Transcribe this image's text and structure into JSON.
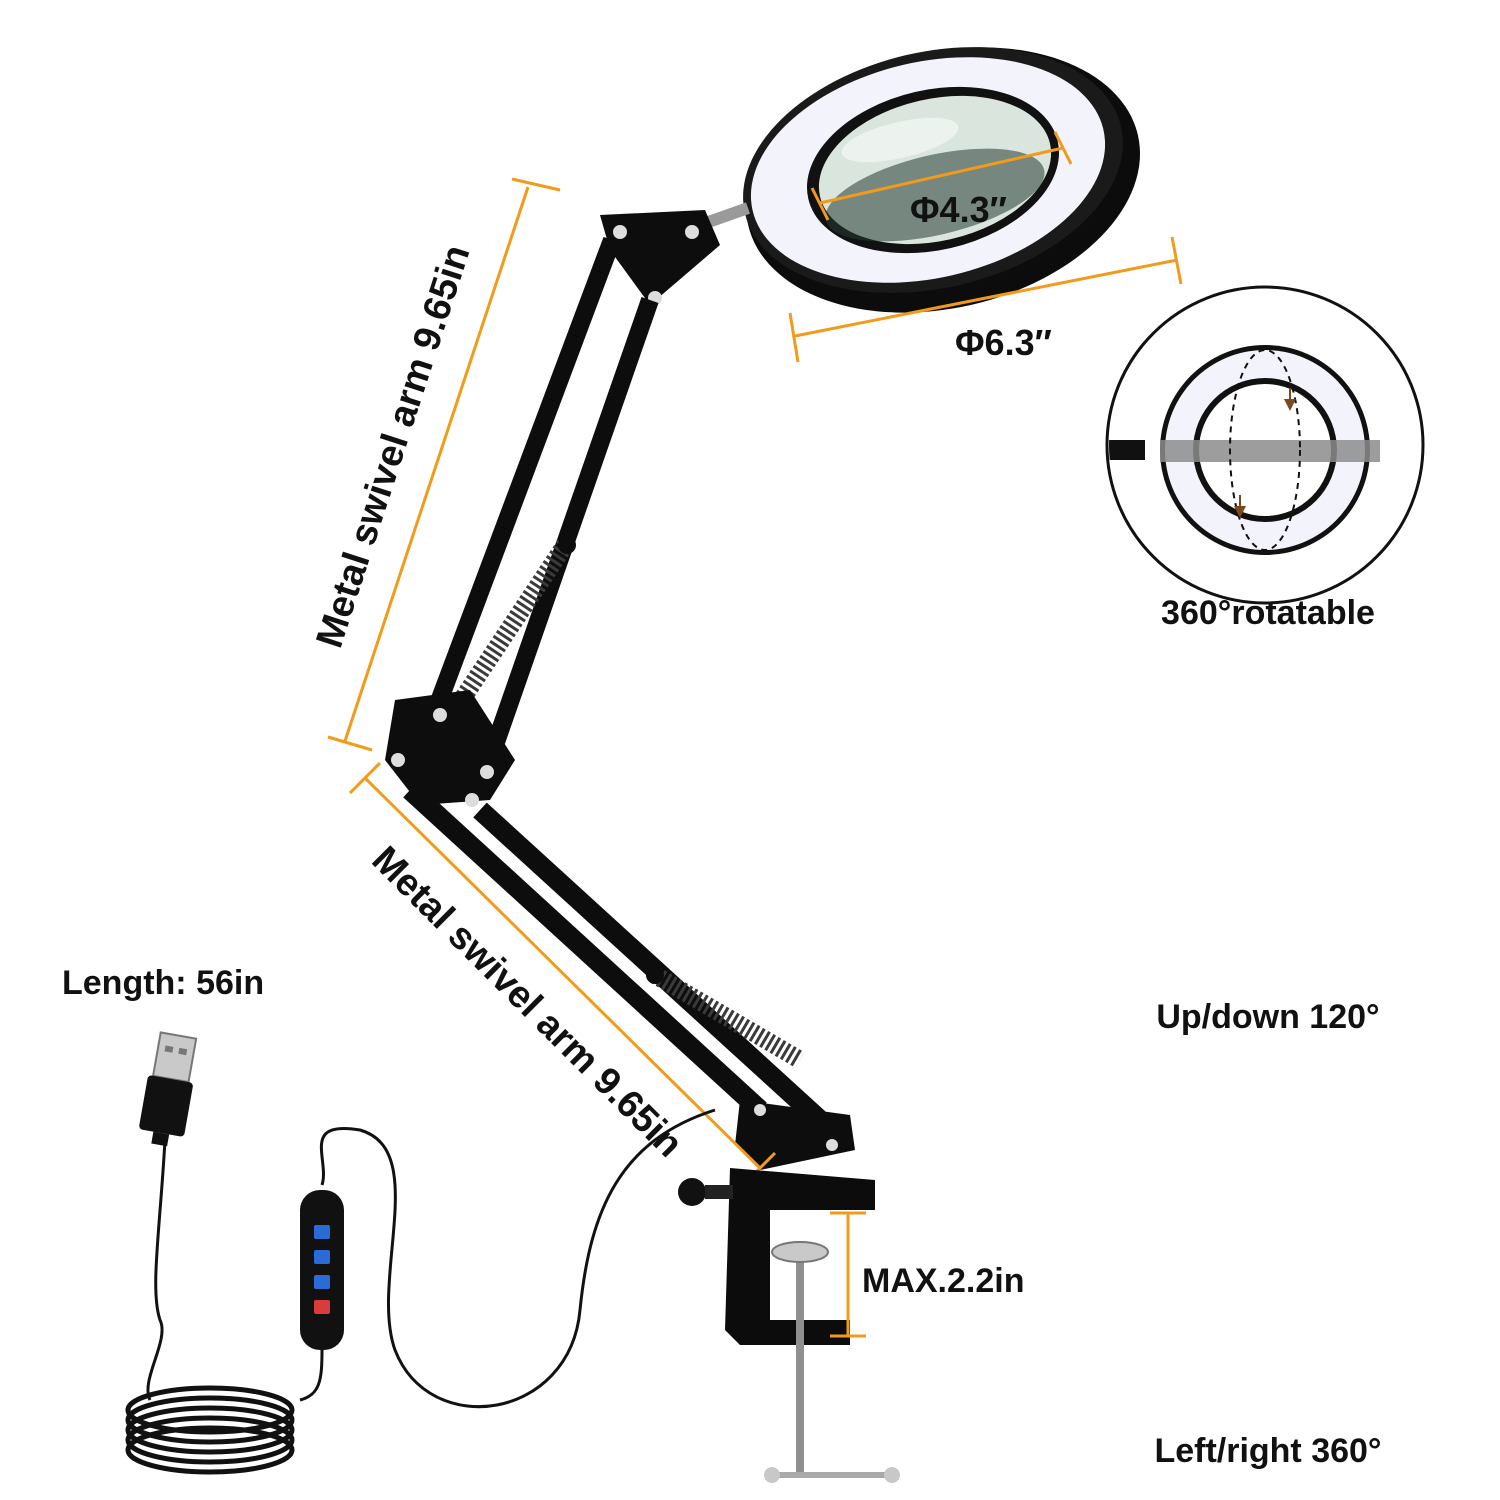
{
  "product": {
    "head_inner_diameter": "Φ4.3″",
    "head_outer_diameter": "Φ6.3″",
    "upper_arm_label": "Metal swivel arm 9.65in",
    "lower_arm_label": "Metal swivel arm 9.65in",
    "clamp_label": "MAX.2.2in",
    "cable_label": "Length: 56in"
  },
  "features": [
    {
      "caption": "360°rotatable",
      "icon": "rotate-360-icon"
    },
    {
      "caption": "Up/down 120°",
      "icon": "tilt-updown-icon"
    },
    {
      "caption": "Left/right 360°",
      "icon": "swivel-leftright-icon"
    }
  ],
  "colors": {
    "dimension_line": "#f29b1a",
    "lamp_body": "#111111",
    "lamp_light": "#f2f3fb",
    "lens": "#d9e5dd",
    "arrow": "#7a4a1c"
  }
}
